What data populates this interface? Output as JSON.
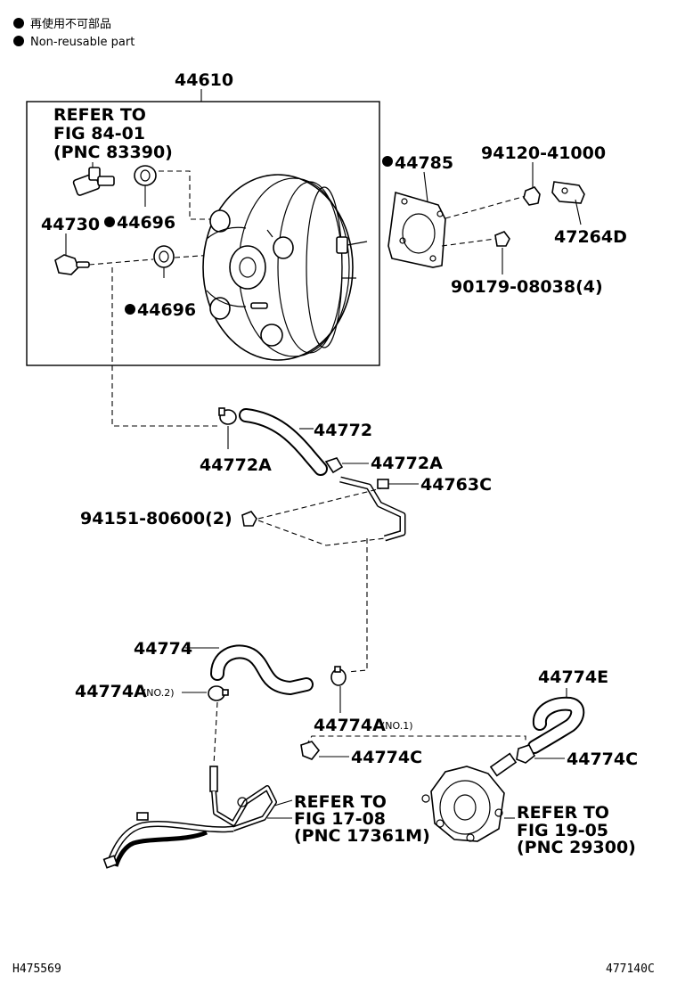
{
  "legend": {
    "jp": "再使用不可部品",
    "en": "Non-reusable part"
  },
  "labels": {
    "p44610": "44610",
    "refer_a1": "REFER TO",
    "refer_a2": "FIG 84-01",
    "refer_a3": "(PNC 83390)",
    "p44785": "44785",
    "p94120": "94120-41000",
    "p44730": "44730",
    "p44696a": "44696",
    "p44696b": "44696",
    "p47264d": "47264D",
    "p90179": "90179-08038(4)",
    "p44772": "44772",
    "p44772a_1": "44772A",
    "p44772a_2": "44772A",
    "p44763c": "44763C",
    "p94151": "94151-80600(2)",
    "p44774": "44774",
    "p44774a_no2": "44774A",
    "no2": "(NO.2)",
    "p44774a_no1": "44774A",
    "no1": "(NO.1)",
    "p44774e": "44774E",
    "p44774c_1": "44774C",
    "p44774c_2": "44774C",
    "refer_b1": "REFER TO",
    "refer_b2": "FIG 17-08",
    "refer_b3": "(PNC 17361M)",
    "refer_c1": "REFER TO",
    "refer_c2": "FIG 19-05",
    "refer_c3": "(PNC 29300)"
  },
  "footer": {
    "left_code": "H475569",
    "right_code": "477140C"
  }
}
